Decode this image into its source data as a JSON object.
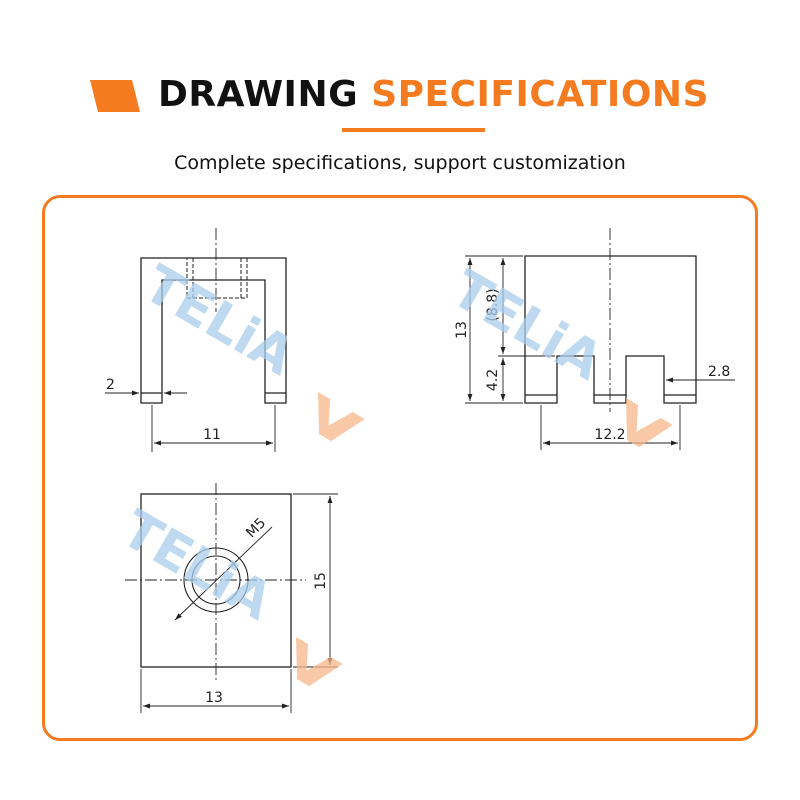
{
  "header": {
    "title_part1": "DRAWING",
    "title_part2": "SPECIFICATIONS",
    "subtitle": "Complete specifications, support customization"
  },
  "watermark": {
    "text": "TELiA",
    "blue": "#a9cdec",
    "orange": "#f8b68a"
  },
  "colors": {
    "accent": "#f47b20",
    "line": "#222222"
  },
  "views": {
    "front": {
      "wall_thickness": "2",
      "inner_width": "11"
    },
    "side": {
      "height": "13",
      "upper_height": "(8.8)",
      "slot_depth": "4.2",
      "slot_width": "2.8",
      "slot_span": "12.2"
    },
    "top": {
      "thread": "M5",
      "height": "15",
      "width": "13"
    }
  }
}
